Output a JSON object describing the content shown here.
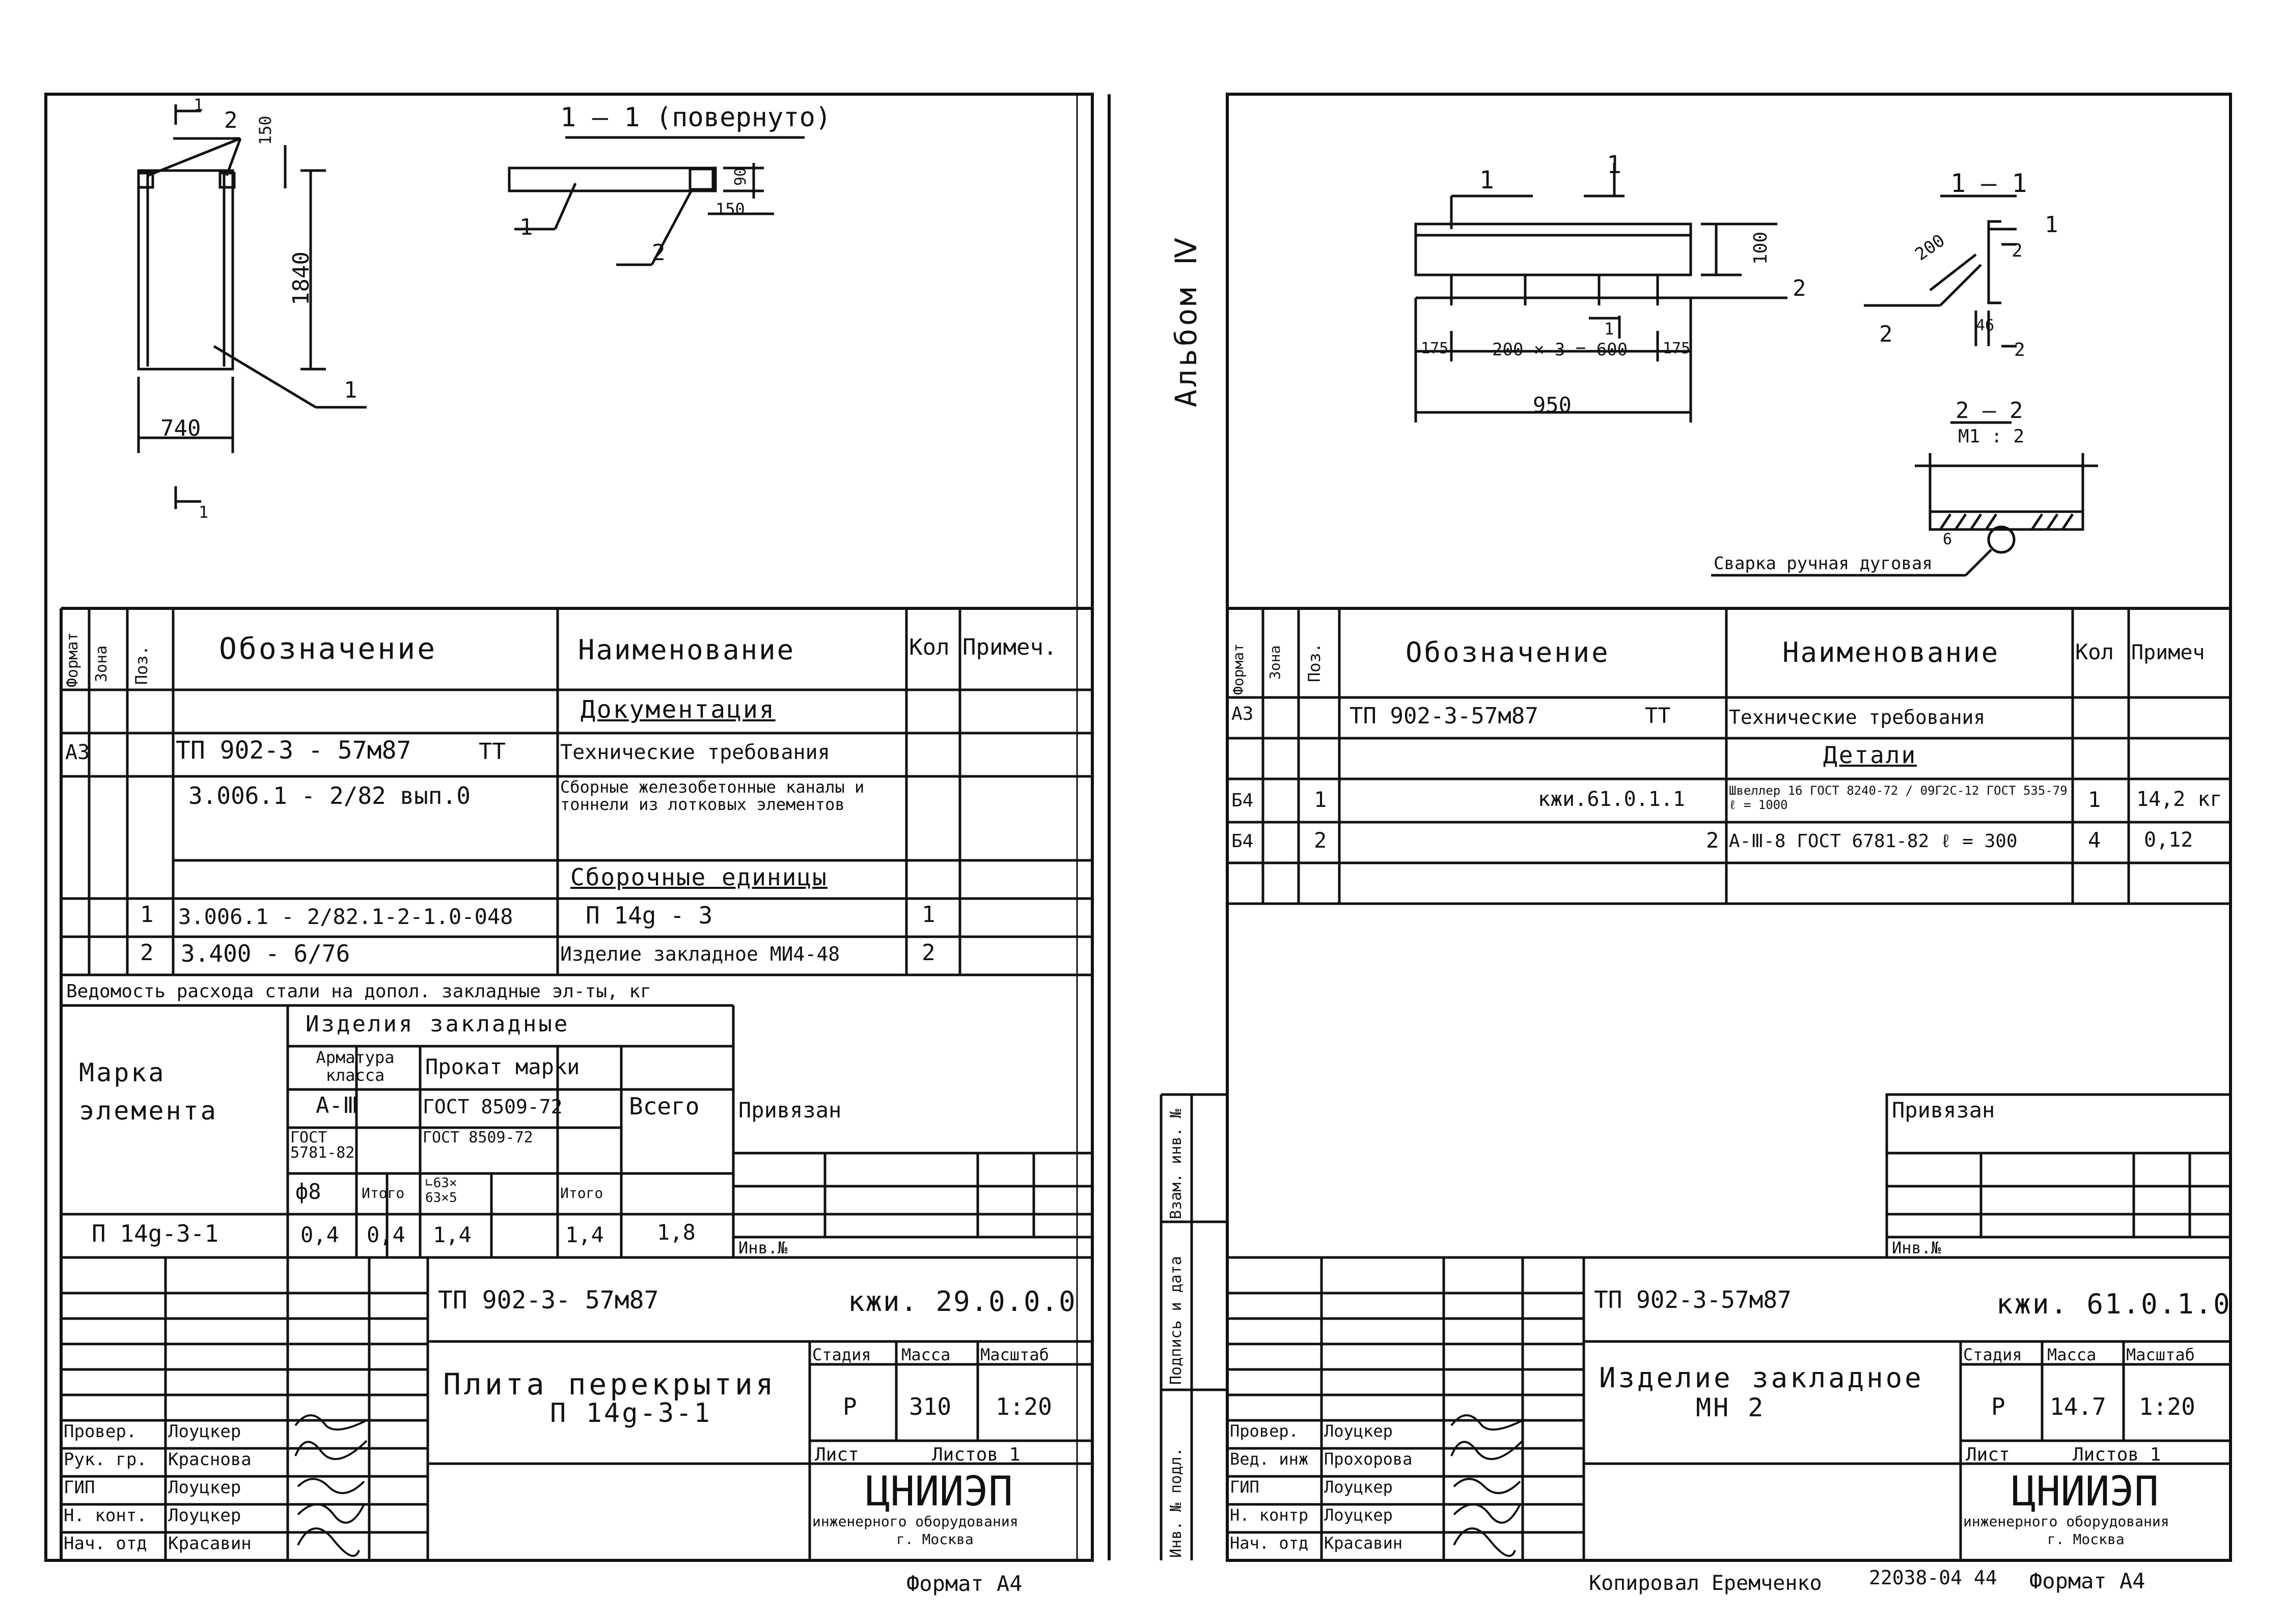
{
  "left": {
    "section_label": "1 – 1 (повернуто)",
    "dims": {
      "d150a": "150",
      "d1840": "1840",
      "d740": "740",
      "d90": "90",
      "d150b": "150"
    },
    "leaders": {
      "p2a": "2",
      "p1a": "1",
      "p1b": "1",
      "p2b": "2",
      "sec_top": "1",
      "sec_bot": "1"
    },
    "spec_headers": {
      "format": "Формат",
      "zona": "Зона",
      "poz": "Поз.",
      "oboz": "Обозначение",
      "naim": "Наименование",
      "kol": "Кол",
      "prim": "Примеч."
    },
    "spec_rows": [
      {
        "format": "",
        "poz": "",
        "oboz": "",
        "naim": "Документация",
        "kol": "",
        "underline": true
      },
      {
        "format": "А3",
        "poz": "",
        "oboz": "ТП 902-3 - 57м87",
        "oboz2": "ТТ",
        "naim": "Технические требования",
        "kol": ""
      },
      {
        "format": "",
        "poz": "",
        "oboz": "3.006.1 - 2/82 вып.0",
        "naim": "Сборные железобетонные каналы и тоннели из лотковых элементов",
        "kol": ""
      },
      {
        "format": "",
        "poz": "",
        "oboz": "",
        "naim": "Сборочные единицы",
        "kol": "",
        "underline": true
      },
      {
        "format": "",
        "poz": "1",
        "oboz": "3.006.1 - 2/82.1-2-1.0-048",
        "naim": "П 14g - 3",
        "kol": "1"
      },
      {
        "format": "",
        "poz": "2",
        "oboz": "3.400 - 6/76",
        "naim": "Изделие закладное МИ4-48",
        "kol": "2"
      }
    ],
    "steel_title": "Ведомость расхода стали на допол. закладные эл-ты, кг",
    "steel": {
      "mark_label": "Марка элемента",
      "group": "Изделия закладные",
      "arm_class": "Арматура класса",
      "prokat": "Прокат марки",
      "a3": "А-Ⅲ",
      "gost8509": "ГОСТ 8509-72",
      "vsego": "Всего",
      "gost5781": "ГОСТ 5781-82",
      "gost8509b": "ГОСТ 8509-72",
      "phi8": "ф8",
      "itogo1": "Итого",
      "angle": "∟63× 63×5",
      "itogo2": "Итого",
      "row": {
        "mark": "П 14g-3-1",
        "v1": "0,4",
        "v2": "0,4",
        "v3": "1,4",
        "v4": "",
        "v5": "1,4",
        "v6": "1,8"
      }
    },
    "privyazan": "Привязан",
    "inv": "Инв.№",
    "doc_code": "ТП 902-3- 57м87",
    "sheet_code": "кжи. 29.0.0.0",
    "title": "Плита перекрытия",
    "title2": "П 14g-3-1",
    "stadia_h": "Стадия",
    "massa_h": "Масса",
    "masshtab_h": "Масштаб",
    "stadia": "Р",
    "massa": "310",
    "masshtab": "1:20",
    "list": "Лист",
    "listov": "Листов 1",
    "org": "ЦНИИЭП",
    "org2": "инженерного оборудования",
    "org3": "г. Москва",
    "sign_rows": [
      {
        "role": "Провер.",
        "name": "Лоуцкер"
      },
      {
        "role": "Рук. гр.",
        "name": "Краснова"
      },
      {
        "role": "ГИП",
        "name": "Лоуцкер"
      },
      {
        "role": "Н. конт.",
        "name": "Лоуцкер"
      },
      {
        "role": "Нач. отд",
        "name": "Красавин"
      }
    ],
    "format": "Формат А4"
  },
  "middle": {
    "album": "Альбом Ⅳ",
    "stamp": [
      "Инв. № подл.",
      "Подпись и дата",
      "Взам. инв. №"
    ]
  },
  "right": {
    "dims": {
      "d100": "100",
      "d175a": "175",
      "d600": "200 × 3 = 600",
      "d175b": "175",
      "d950": "950",
      "d200": "200",
      "d46": "46",
      "d6": "6"
    },
    "labels": {
      "p1": "1",
      "p2": "2",
      "s1": "1",
      "sec11": "1 – 1",
      "p1b": "1",
      "p2b": "2",
      "s2a": "2",
      "s2b": "2",
      "sec22": "2 – 2",
      "scale": "М1 : 2",
      "cut": "1"
    },
    "weld": "Сварка ручная дуговая",
    "spec_rows": [
      {
        "format": "А3",
        "poz": "",
        "oboz": "ТП 902-3-57м87",
        "oboz2": "ТТ",
        "naim": "Технические требования",
        "kol": "",
        "prim": ""
      },
      {
        "format": "",
        "poz": "",
        "oboz": "",
        "naim": "Детали",
        "kol": "",
        "prim": "",
        "underline": true
      },
      {
        "format": "Б4",
        "poz": "1",
        "oboz": "кжи.61.0.1.1",
        "naim": "Швеллер 16 ГОСТ 8240-72 / 09Г2С-12 ГОСТ 535-79 ℓ = 1000",
        "kol": "1",
        "prim": "14,2 кг"
      },
      {
        "format": "Б4",
        "poz": "2",
        "oboz": "2",
        "naim": "А-Ⅲ-8 ГОСТ 6781-82 ℓ = 300",
        "kol": "4",
        "prim": "0,12"
      }
    ],
    "prim_h": "Примеч",
    "privyazan": "Привязан",
    "inv": "Инв.№",
    "doc_code": "ТП 902-3-57м87",
    "sheet_code": "кжи. 61.0.1.0",
    "title": "Изделие закладное",
    "title2": "МН 2",
    "stadia": "Р",
    "massa": "14.7",
    "masshtab": "1:20",
    "sign_rows": [
      {
        "role": "Провер.",
        "name": "Лоуцкер"
      },
      {
        "role": "Вед. инж",
        "name": "Прохорова"
      },
      {
        "role": "ГИП",
        "name": "Лоуцкер"
      },
      {
        "role": "Н. контр",
        "name": "Лоуцкер"
      },
      {
        "role": "Нач. отд",
        "name": "Красавин"
      }
    ],
    "footer_copy": "Копировал Еремченко",
    "footer_num": "22038-04 44",
    "format": "Формат А4"
  }
}
